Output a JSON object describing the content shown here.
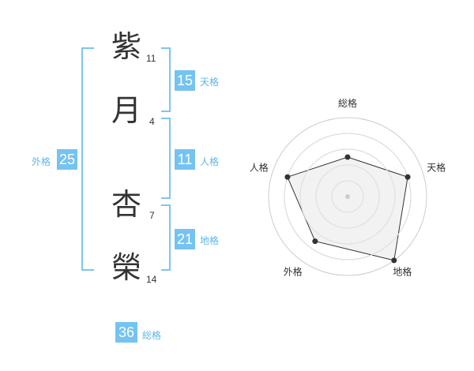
{
  "name_chars": [
    {
      "char": "紫",
      "strokes": "11"
    },
    {
      "char": "月",
      "strokes": "4"
    },
    {
      "char": "杏",
      "strokes": "7"
    },
    {
      "char": "榮",
      "strokes": "14"
    }
  ],
  "kaku": {
    "tenkaku": {
      "value": "15",
      "label": "天格"
    },
    "jinkaku": {
      "value": "11",
      "label": "人格"
    },
    "chikaku": {
      "value": "21",
      "label": "地格"
    },
    "gaikaku": {
      "value": "25",
      "label": "外格"
    },
    "soukaku": {
      "value": "36",
      "label": "総格"
    }
  },
  "chart_data": {
    "type": "radar",
    "axes": [
      "総格",
      "天格",
      "地格",
      "外格",
      "人格"
    ],
    "values": [
      2.5,
      4,
      5,
      3.5,
      4
    ],
    "max": 5,
    "rings": 5,
    "colors": {
      "fill": "#f0f0f0",
      "line": "#333333",
      "ring": "#cccccc"
    }
  }
}
